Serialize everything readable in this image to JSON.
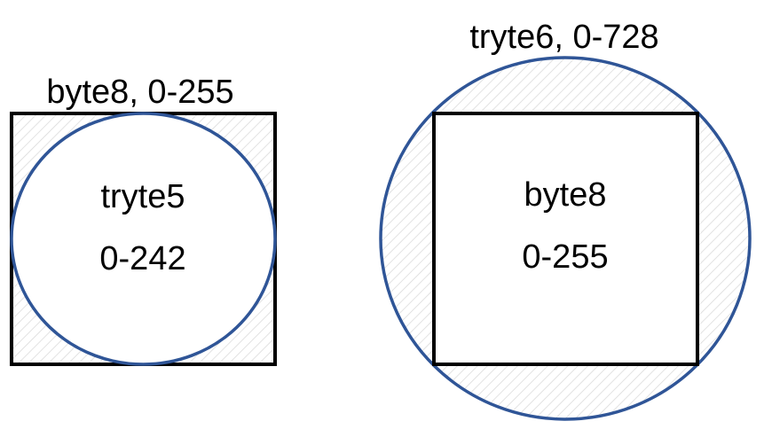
{
  "left_figure": {
    "outer_label": "byte8, 0-255",
    "inner_name": "tryte5",
    "inner_range": "0-242"
  },
  "right_figure": {
    "outer_label": "tryte6, 0-728",
    "inner_name": "byte8",
    "inner_range": "0-255"
  },
  "colors": {
    "circle_stroke": "#2f5597",
    "square_stroke": "#000000",
    "hatch": "#d9d9d9",
    "background": "#ffffff"
  }
}
